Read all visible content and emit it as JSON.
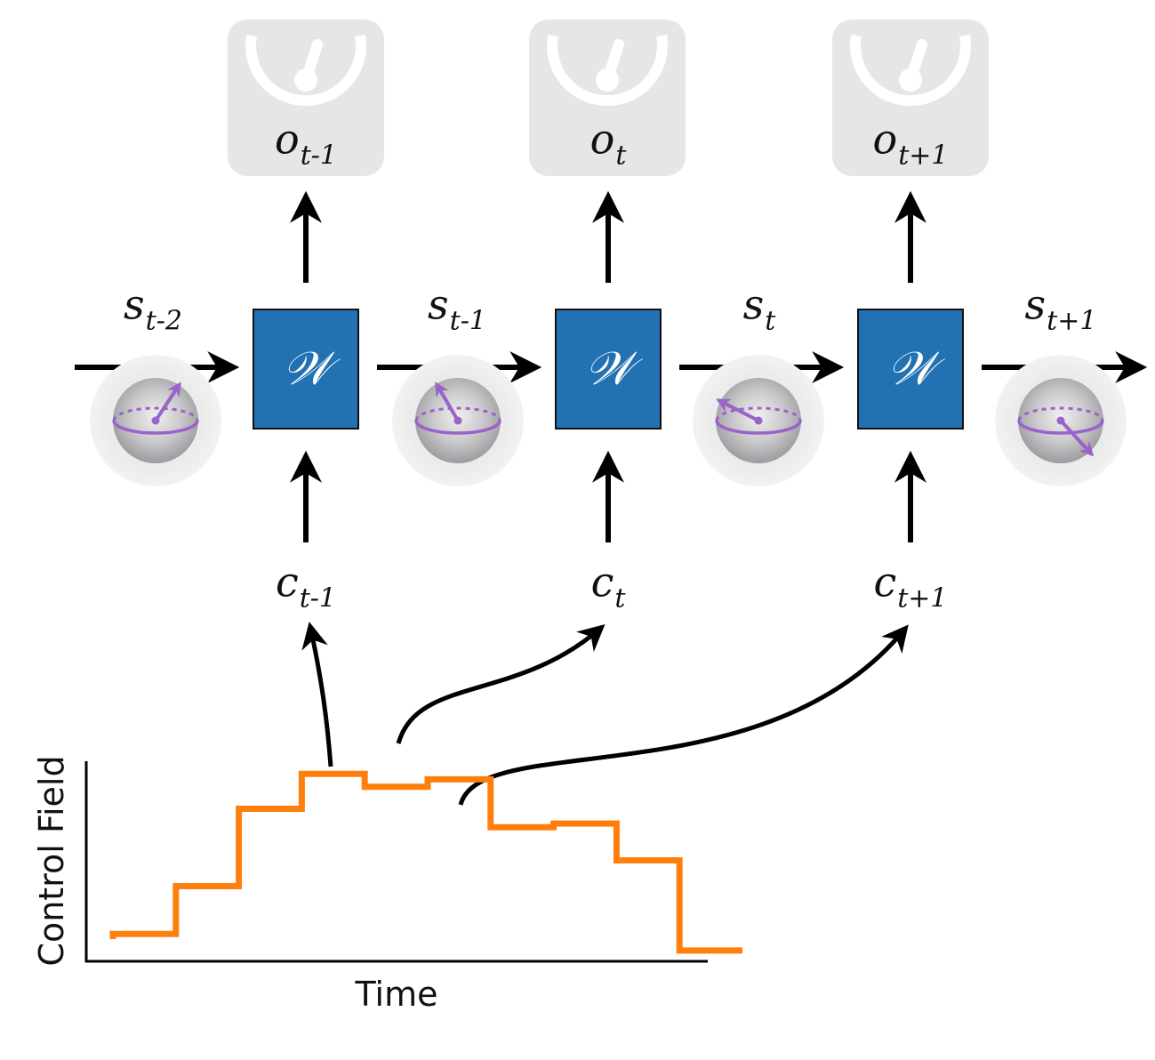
{
  "diagram": {
    "operator_label": "𝒲",
    "state_labels": [
      {
        "base": "s",
        "sub": "t-2"
      },
      {
        "base": "s",
        "sub": "t-1"
      },
      {
        "base": "s",
        "sub": "t"
      },
      {
        "base": "s",
        "sub": "t+1"
      }
    ],
    "observation_labels": [
      {
        "base": "o",
        "sub": "t-1"
      },
      {
        "base": "o",
        "sub": "t"
      },
      {
        "base": "o",
        "sub": "t+1"
      }
    ],
    "control_labels": [
      {
        "base": "c",
        "sub": "t-1"
      },
      {
        "base": "c",
        "sub": "t"
      },
      {
        "base": "c",
        "sub": "t+1"
      }
    ],
    "colors": {
      "operator_box": "#2271b3",
      "meter": "#e6e6e6",
      "qubit_vector": "#9b62c9",
      "control_line": "#ff7f0e",
      "arrow": "#000000"
    }
  },
  "chart_data": {
    "type": "line",
    "step": true,
    "xlabel": "Time",
    "ylabel": "Control Field",
    "values": [
      0.1,
      0.36,
      0.78,
      0.97,
      0.9,
      0.94,
      0.68,
      0.7,
      0.5,
      0.01
    ],
    "ylim": [
      0,
      1
    ],
    "grid": false
  }
}
